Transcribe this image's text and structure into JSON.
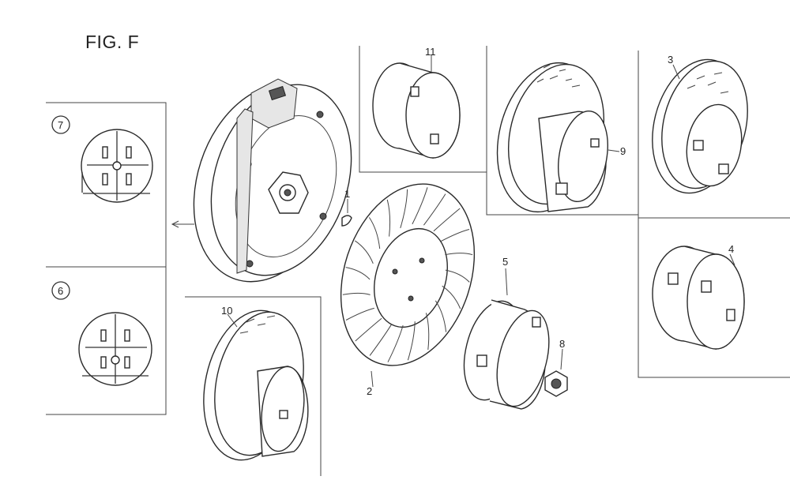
{
  "figure": {
    "title": "FIG. F"
  },
  "callouts": [
    {
      "id": "1",
      "label": "1"
    },
    {
      "id": "2",
      "label": "2"
    },
    {
      "id": "3",
      "label": "3"
    },
    {
      "id": "4",
      "label": "4"
    },
    {
      "id": "5",
      "label": "5"
    },
    {
      "id": "6",
      "label": "6"
    },
    {
      "id": "7",
      "label": "7"
    },
    {
      "id": "8",
      "label": "8"
    },
    {
      "id": "9",
      "label": "9"
    },
    {
      "id": "10",
      "label": "10"
    },
    {
      "id": "11",
      "label": "11"
    }
  ]
}
